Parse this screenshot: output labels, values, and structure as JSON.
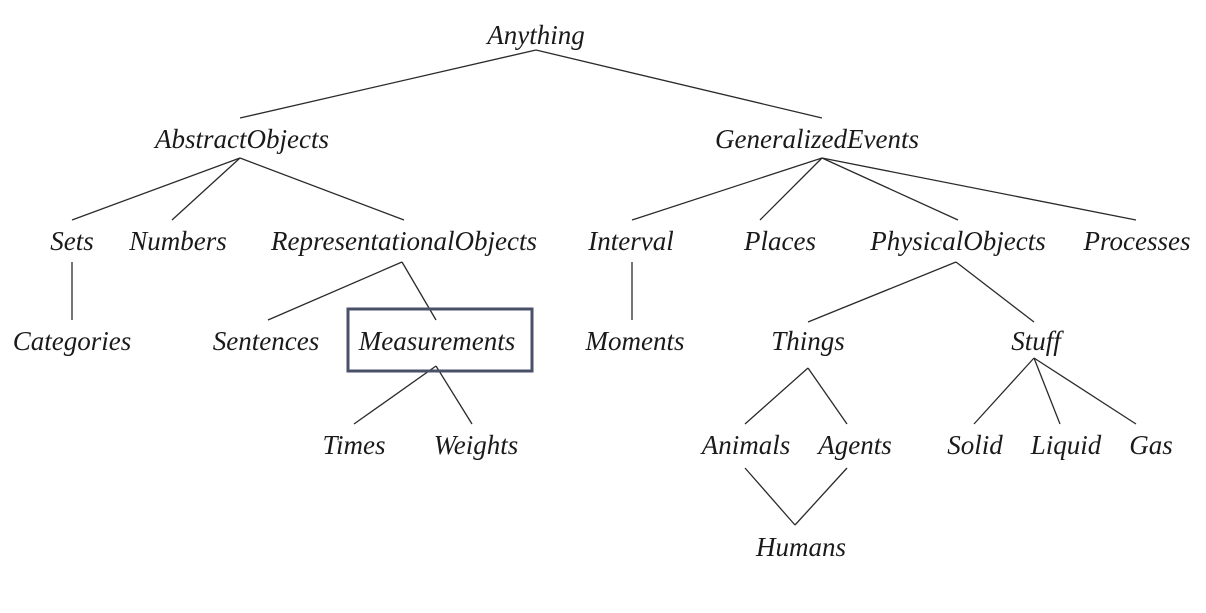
{
  "diagram": {
    "type": "taxonomy-tree",
    "root": "Anything",
    "highlighted": "Measurements",
    "highlight_color": "#4a5068",
    "nodes": {
      "anything": "Anything",
      "abstract_objects": "AbstractObjects",
      "generalized_events": "GeneralizedEvents",
      "sets": "Sets",
      "numbers": "Numbers",
      "representational_objects": "RepresentationalObjects",
      "interval": "Interval",
      "places": "Places",
      "physical_objects": "PhysicalObjects",
      "processes": "Processes",
      "categories": "Categories",
      "sentences": "Sentences",
      "measurements": "Measurements",
      "moments": "Moments",
      "things": "Things",
      "stuff": "Stuff",
      "times": "Times",
      "weights": "Weights",
      "animals": "Animals",
      "agents": "Agents",
      "solid": "Solid",
      "liquid": "Liquid",
      "gas": "Gas",
      "humans": "Humans"
    },
    "edges": [
      [
        "anything",
        "abstract_objects"
      ],
      [
        "anything",
        "generalized_events"
      ],
      [
        "abstract_objects",
        "sets"
      ],
      [
        "abstract_objects",
        "numbers"
      ],
      [
        "abstract_objects",
        "representational_objects"
      ],
      [
        "generalized_events",
        "interval"
      ],
      [
        "generalized_events",
        "places"
      ],
      [
        "generalized_events",
        "physical_objects"
      ],
      [
        "generalized_events",
        "processes"
      ],
      [
        "sets",
        "categories"
      ],
      [
        "representational_objects",
        "sentences"
      ],
      [
        "representational_objects",
        "measurements"
      ],
      [
        "interval",
        "moments"
      ],
      [
        "physical_objects",
        "things"
      ],
      [
        "physical_objects",
        "stuff"
      ],
      [
        "measurements",
        "times"
      ],
      [
        "measurements",
        "weights"
      ],
      [
        "things",
        "animals"
      ],
      [
        "things",
        "agents"
      ],
      [
        "stuff",
        "solid"
      ],
      [
        "stuff",
        "liquid"
      ],
      [
        "stuff",
        "gas"
      ],
      [
        "animals",
        "humans"
      ],
      [
        "agents",
        "humans"
      ]
    ]
  }
}
